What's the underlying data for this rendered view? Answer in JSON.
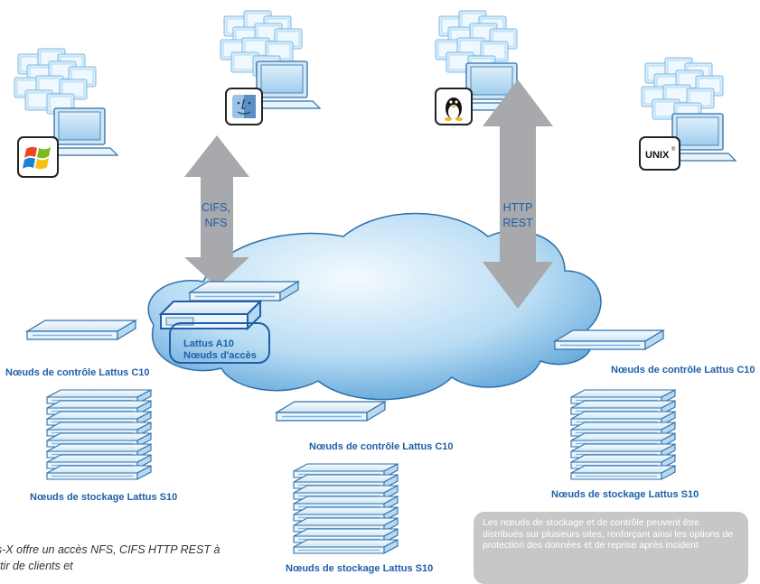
{
  "labels": {
    "protocol_left_1": "CIFS,",
    "protocol_left_2": "NFS",
    "protocol_right_1": "HTTP",
    "protocol_right_2": "REST",
    "access_node_1": "Lattus A10",
    "access_node_2": "Nœuds d'accès",
    "control_node_left": "Nœuds de contrôle Lattus C10",
    "control_node_center": "Nœuds de contrôle Lattus C10",
    "control_node_right": "Nœuds de contrôle Lattus C10",
    "storage_node_left": "Nœuds de stockage Lattus S10",
    "storage_node_center": "Nœuds de stockage Lattus S10",
    "storage_node_right": "Nœuds de stockage Lattus S10",
    "unix_badge": "UNIX"
  },
  "note": "Les nœuds de stockage et de contrôle peuvent être distribués sur plusieurs sites, renforçant ainsi les options de protection des données et de reprise après incident",
  "caption": "ttus-X offre un accès NFS, CIFS HTTP REST à partir de clients et",
  "client_groups": [
    {
      "os_icon": "windows-icon"
    },
    {
      "os_icon": "mac-finder-icon"
    },
    {
      "os_icon": "linux-tux-icon"
    },
    {
      "os_icon": "unix-icon"
    }
  ],
  "colors": {
    "label_blue": "#1f5fa8",
    "cloud_light": "#e6f3fc",
    "cloud_dark": "#3d8ccc",
    "arrow_gray": "#a7a9ac",
    "note_bg": "#c7c7c7"
  }
}
